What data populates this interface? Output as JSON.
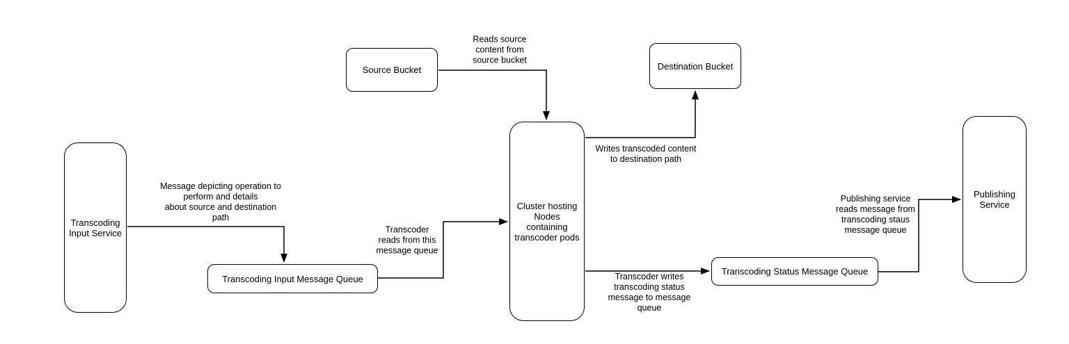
{
  "diagram": {
    "nodes": {
      "transcoding_input_service": {
        "label": "Transcoding\nInput Service"
      },
      "transcoding_input_message_queue": {
        "label": "Transcoding Input Message Queue"
      },
      "source_bucket": {
        "label": "Source Bucket"
      },
      "cluster": {
        "label": "Cluster hosting\nNodes containing\ntranscoder pods"
      },
      "destination_bucket": {
        "label": "Destination Bucket"
      },
      "transcoding_status_message_queue": {
        "label": "Transcoding Status Message Queue"
      },
      "publishing_service": {
        "label": "Publishing\nService"
      }
    },
    "edge_labels": {
      "input_service_to_input_queue": "Message depicting operation to\nperform and details\nabout source and destination\npath",
      "input_queue_to_cluster": "Transcoder\nreads from this\nmessage queue",
      "source_bucket_to_cluster": "Reads source\ncontent from\nsource bucket",
      "cluster_to_destination_bucket": "Writes transcoded content\nto destination path",
      "cluster_to_status_queue": "Transcoder writes\ntranscoding status\nmessage to message\nqueue",
      "status_queue_to_publishing_service": "Publishing service\nreads message from\ntranscoding staus\nmessage queue"
    },
    "colors": {
      "stroke": "#000000",
      "node_fill": "#ffffff",
      "text": "#000000",
      "background": "#ffffff"
    }
  }
}
